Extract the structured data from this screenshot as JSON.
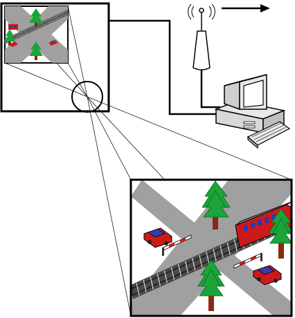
{
  "diagram": {
    "description_free": true,
    "components": [
      {
        "id": "overview-panel",
        "kind": "inset-scene"
      },
      {
        "id": "detail-panel",
        "kind": "magnified-scene"
      },
      {
        "id": "antenna",
        "kind": "radio-antenna"
      },
      {
        "id": "computer",
        "kind": "workstation"
      }
    ],
    "colors": {
      "road": "#a0a0a0",
      "track": "#555555",
      "rail": "#3a3a3a",
      "train_body": "#cc1a1a",
      "train_roof": "#9a9a9a",
      "train_window": "#2a3ab0",
      "tree": "#1aa43a",
      "trunk": "#8a2a12",
      "car_body": "#cc1a1a",
      "car_roof": "#3a3ab0",
      "barrier_red": "#cc1a1a",
      "line": "#000000",
      "computer": "#e8e8e8"
    },
    "icons": [
      "antenna-icon",
      "computer-icon",
      "keyboard-icon",
      "arrow-right-icon",
      "tree-icon",
      "car-icon",
      "train-icon"
    ]
  }
}
